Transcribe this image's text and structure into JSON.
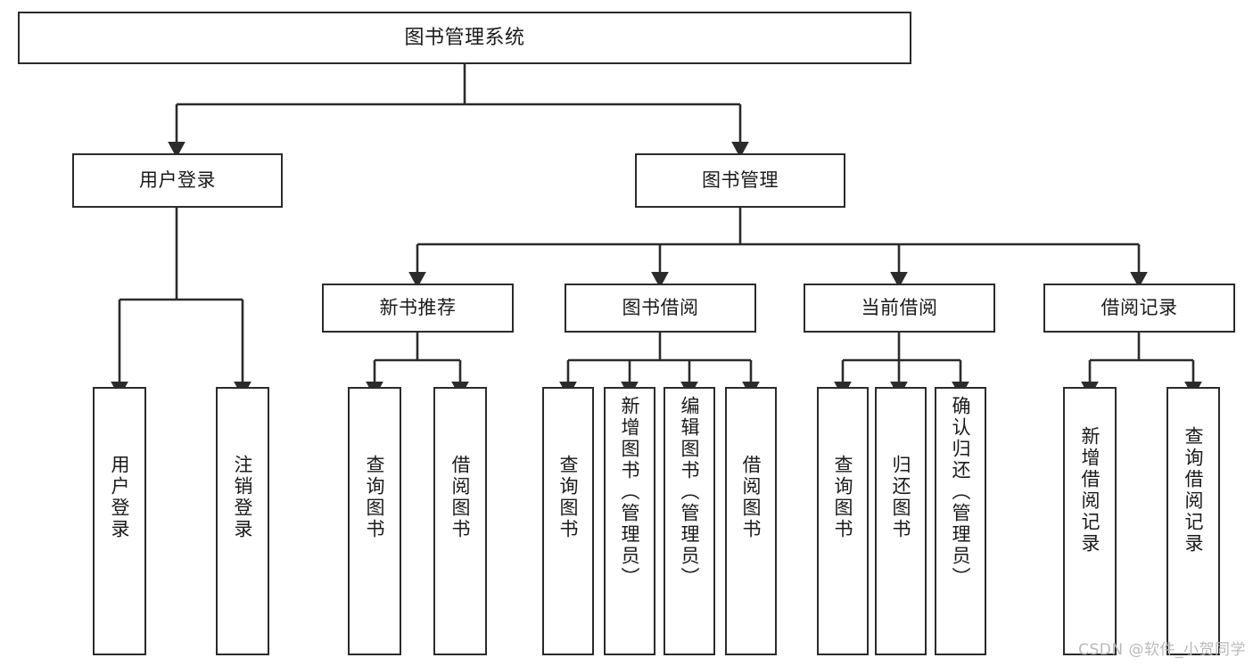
{
  "diagram": {
    "title": "图书管理系统",
    "type": "tree-hierarchy",
    "watermark": "CSDN @软件_小贺同学",
    "colors": {
      "border": "#2b2b2b",
      "text": "#1a1a1a",
      "edge": "#2b2b2b",
      "background": "#ffffff",
      "watermark": "#b9b9b9"
    },
    "nodes": {
      "root": {
        "label": "图书管理系统"
      },
      "level2": [
        {
          "id": "user-login",
          "label": "用户登录"
        },
        {
          "id": "book-manage",
          "label": "图书管理"
        }
      ],
      "level3": [
        {
          "id": "new-book-rec",
          "label": "新书推荐"
        },
        {
          "id": "book-borrow",
          "label": "图书借阅"
        },
        {
          "id": "current-borrow",
          "label": "当前借阅"
        },
        {
          "id": "borrow-record",
          "label": "借阅记录"
        }
      ],
      "leaves": {
        "user-login": [
          {
            "id": "leaf-user-login",
            "label": "用户登录"
          },
          {
            "id": "leaf-logout-login",
            "label": "注销登录"
          }
        ],
        "new-book-rec": [
          {
            "id": "leaf-query-book-1",
            "label": "查询图书"
          },
          {
            "id": "leaf-borrow-book-1",
            "label": "借阅图书"
          }
        ],
        "book-borrow": [
          {
            "id": "leaf-query-book-2",
            "label": "查询图书"
          },
          {
            "id": "leaf-add-book",
            "label": "新增图书（管理员）"
          },
          {
            "id": "leaf-edit-book",
            "label": "编辑图书（管理员）"
          },
          {
            "id": "leaf-borrow-book-2",
            "label": "借阅图书"
          }
        ],
        "current-borrow": [
          {
            "id": "leaf-query-book-3",
            "label": "查询图书"
          },
          {
            "id": "leaf-return-book",
            "label": "归还图书"
          },
          {
            "id": "leaf-confirm-return",
            "label": "确认归还（管理员）"
          }
        ],
        "borrow-record": [
          {
            "id": "leaf-add-record",
            "label": "新增借阅记录"
          },
          {
            "id": "leaf-query-record",
            "label": "查询借阅记录"
          }
        ]
      }
    }
  }
}
